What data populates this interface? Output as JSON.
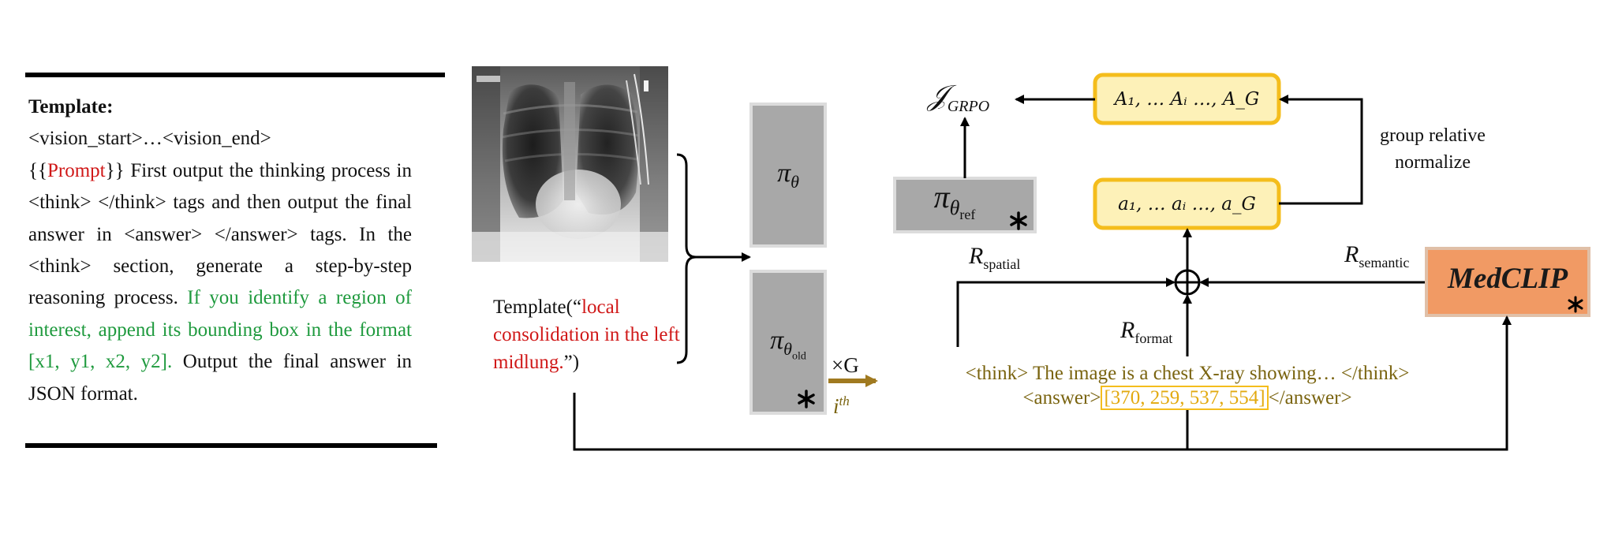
{
  "template_panel": {
    "heading": "Template:",
    "line1": "<vision_start>…<vision_end>",
    "prompt_open": "{{",
    "prompt_word": "Prompt",
    "prompt_close": "}}",
    "instruction_black": " First output the thinking process in <think> </think> tags and then output the final answer in <answer> </answer> tags. In the <think> section, generate a step-by-step reasoning process. ",
    "instruction_green": "If you identify a region of interest, append its bounding box in the format [x1, y1, x2, y2].",
    "instruction_tail": " Output the final answer in JSON format."
  },
  "template_call": {
    "prefix": "Template(“",
    "prompt_text": "local consolidation in the left midlung.",
    "suffix": "”)"
  },
  "policy": {
    "pi": "π",
    "theta": "θ",
    "old": "old",
    "ref": "ref"
  },
  "group": {
    "times_g": "×G",
    "ith": "i",
    "ith_sup": "th"
  },
  "objective": {
    "j": "𝒥",
    "sub": "GRPO"
  },
  "advantages": {
    "label": "A₁, … Aᵢ …, A_G"
  },
  "rewards_list": {
    "label": "a₁, … aᵢ …, a_G"
  },
  "normalize_label": {
    "line1": "group relative",
    "line2": "normalize"
  },
  "reward_labels": {
    "r": "R",
    "spatial": "spatial",
    "format": "format",
    "semantic": "semantic"
  },
  "medclip": {
    "label": "MedCLIP",
    "star": "*"
  },
  "output_text": {
    "think": "<think> The image is a chest X-ray showing… </think>",
    "answer_open": "<answer>",
    "bbox": "[370, 259, 537, 554]",
    "answer_close": "</answer>"
  },
  "colors": {
    "red": "#d01818",
    "green": "#1f9a3e",
    "gold_border": "#f4bd1c",
    "gold_fill": "#fdf1b8",
    "olive_text": "#7a6410",
    "gray_box": "#a8a8a8",
    "medclip_fill": "#f19a64",
    "arrow_gold": "#a07a20"
  },
  "icons": [
    "asterisk-icon",
    "circle-plus-icon",
    "arrow-icon"
  ]
}
